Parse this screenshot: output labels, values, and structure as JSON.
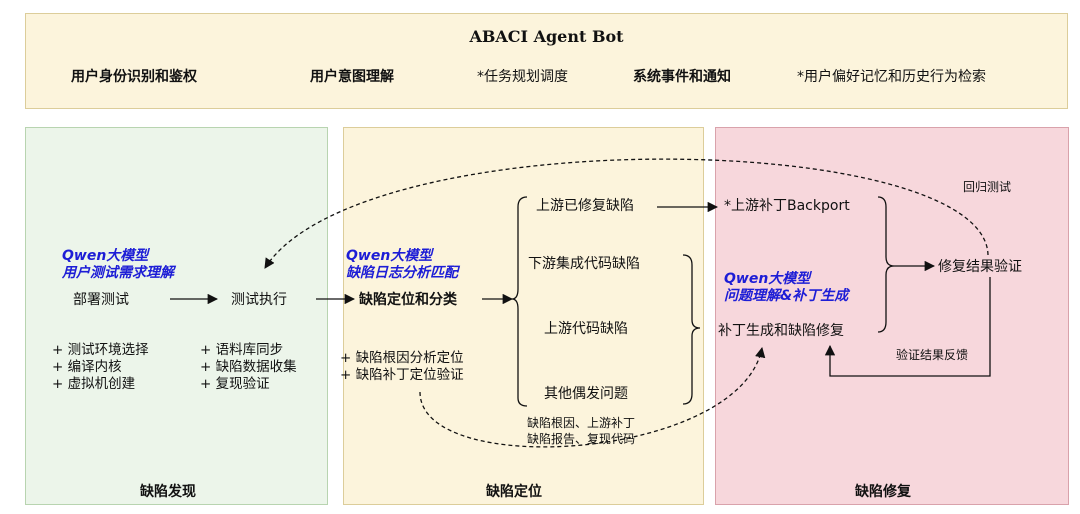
{
  "header": {
    "title": "ABACI Agent Bot",
    "features": [
      "用户身份识别和鉴权",
      "用户意图理解",
      "*任务规划调度",
      "系统事件和通知",
      "*用户偏好记忆和历史行为检索"
    ]
  },
  "discovery": {
    "label": "缺陷发现",
    "qwen": [
      "Qwen大模型",
      "用户测试需求理解"
    ],
    "deploy": "部署测试",
    "execute": "测试执行",
    "deploy_steps": [
      "+ 测试环境选择",
      "+ 编译内核",
      "+ 虚拟机创建"
    ],
    "execute_steps": [
      "+ 语料库同步",
      "+ 缺陷数据收集",
      "+ 复现验证"
    ]
  },
  "locate": {
    "label": "缺陷定位",
    "qwen": [
      "Qwen大模型",
      "缺陷日志分析匹配"
    ],
    "main": "缺陷定位和分类",
    "steps": [
      "+ 缺陷根因分析定位",
      "+ 缺陷补丁定位验证"
    ],
    "categories": [
      "上游已修复缺陷",
      "下游集成代码缺陷",
      "上游代码缺陷",
      "其他偶发问题"
    ],
    "artifacts": [
      "缺陷根因、上游补丁",
      "缺陷报告、复现代码"
    ]
  },
  "fix": {
    "label": "缺陷修复",
    "backport": "*上游补丁Backport",
    "qwen": [
      "Qwen大模型",
      "问题理解&补丁生成"
    ],
    "patch": "补丁生成和缺陷修复",
    "verify": "修复结果验证",
    "regression": "回归测试",
    "feedback": "验证结果反馈"
  },
  "colors": {
    "qwen": "#1d1dd6",
    "discovery_bg": "#ecf5ea",
    "locate_bg": "#fcf4dc",
    "fix_bg": "#f7d7dc"
  }
}
